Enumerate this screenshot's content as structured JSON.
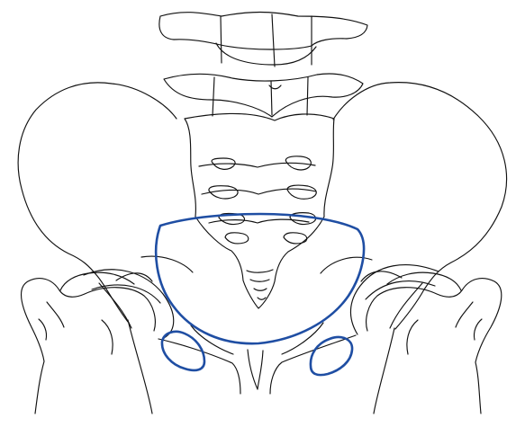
{
  "figure": {
    "subject": "pelvis-outline-diagram",
    "colors": {
      "background": "#ffffff",
      "line": "#111111",
      "highlight": "#1f4ea3"
    },
    "highlighted_regions": [
      "pelvic-inlet",
      "left-obturator-foramen",
      "right-obturator-foramen"
    ]
  }
}
